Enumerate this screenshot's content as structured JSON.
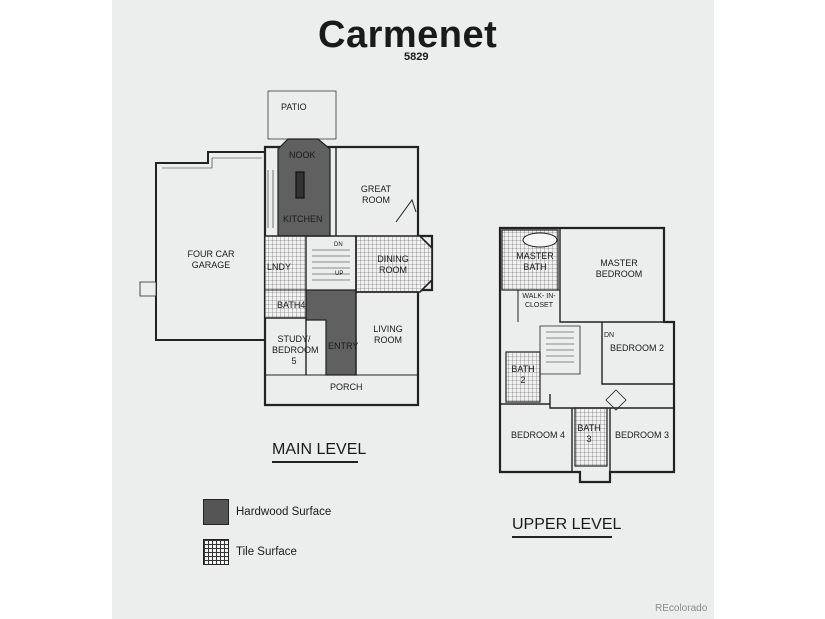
{
  "title": "Carmenet",
  "plan_number": "5829",
  "main_level": {
    "label": "MAIN LEVEL",
    "rooms": {
      "patio": "PATIO",
      "nook": "NOOK",
      "great_room": "GREAT ROOM",
      "kitchen": "KITCHEN",
      "garage": "FOUR CAR GARAGE",
      "dining": "DINING ROOM",
      "laundry": "LNDY",
      "bath4": "BATH4",
      "study": "STUDY/ BEDROOM 5",
      "entry": "ENTRY",
      "living": "LIVING ROOM",
      "porch": "PORCH",
      "up": "UP",
      "dn": "DN"
    }
  },
  "upper_level": {
    "label": "UPPER LEVEL",
    "rooms": {
      "master_bath": "MASTER BATH",
      "master_bedroom": "MASTER BEDROOM",
      "walk_in_closet": "WALK- IN- CLOSET",
      "dn": "DN",
      "bedroom2": "BEDROOM 2",
      "bath2": "BATH 2",
      "bedroom4": "BEDROOM 4",
      "bath3": "BATH 3",
      "bedroom3": "BEDROOM 3"
    }
  },
  "legend": {
    "hardwood": "Hardwood Surface",
    "tile": "Tile Surface"
  },
  "watermark": "REcolorado",
  "colors": {
    "paper": "#eceeed",
    "hardwood": "#555555",
    "line": "#222222"
  }
}
